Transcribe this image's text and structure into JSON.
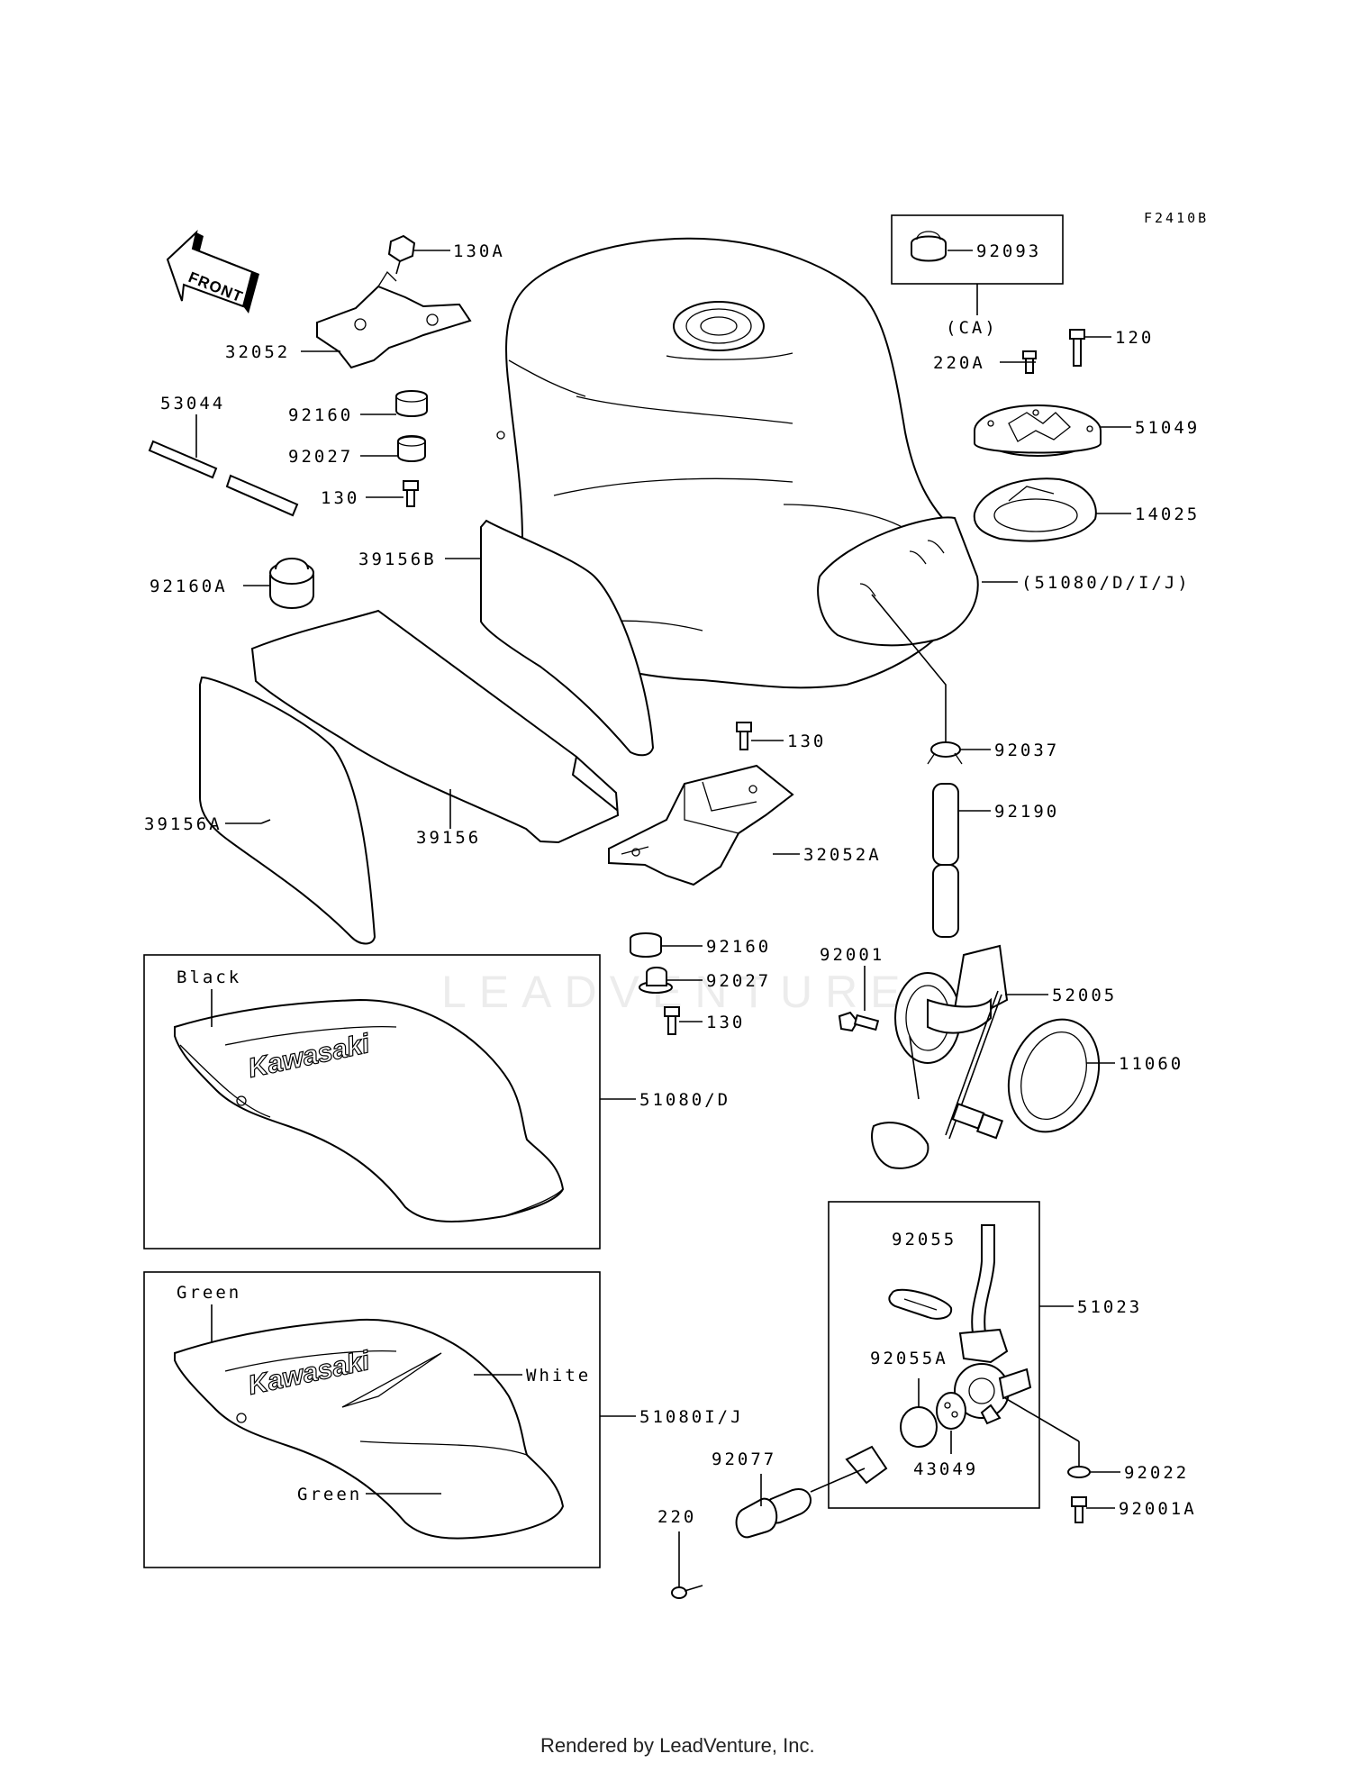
{
  "diagram": {
    "code": "F2410B",
    "front_label": "FRONT",
    "watermark": "LEADVENTURE",
    "brand_text": "Kawasaki",
    "footer": "Rendered by LeadVenture, Inc.",
    "callouts": {
      "p130A": "130A",
      "p32052": "32052",
      "p53044": "53044",
      "p92160": "92160",
      "p92027": "92027",
      "p130a": "130",
      "p92160A": "92160A",
      "p39156B": "39156B",
      "p39156A": "39156A",
      "p39156": "39156",
      "p130b": "130",
      "p32052A": "32052A",
      "p92160b": "92160",
      "p92027b": "92027",
      "p130c": "130",
      "p92093": "92093",
      "pCA": "(CA)",
      "p120": "120",
      "p220A": "220A",
      "p51049": "51049",
      "p14025": "14025",
      "p51080DIJ": "(51080/D/I/J)",
      "p92037": "92037",
      "p92190": "92190",
      "p92001": "92001",
      "p52005": "52005",
      "p11060": "11060",
      "p51080D": "51080/D",
      "p51080IJ": "51080I/J",
      "pBlack": "Black",
      "pGreen1": "Green",
      "pWhite": "White",
      "pGreen2": "Green",
      "p92055": "92055",
      "p51023": "51023",
      "p92055A": "92055A",
      "p43049": "43049",
      "p92077": "92077",
      "p220": "220",
      "p92022": "92022",
      "p92001A": "92001A"
    }
  }
}
